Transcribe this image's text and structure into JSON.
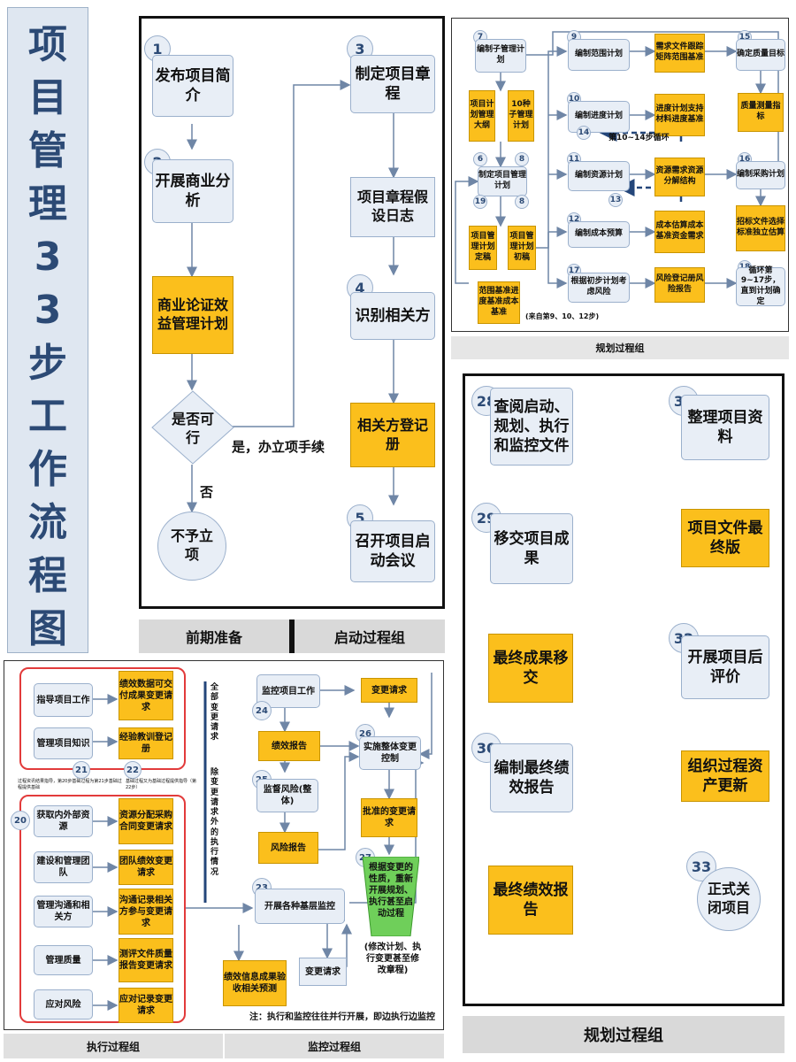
{
  "title_chars": [
    "项",
    "目",
    "管",
    "理",
    "3",
    "3",
    "步",
    "工",
    "作",
    "流",
    "程",
    "图"
  ],
  "prep": {
    "n1": "1",
    "s1": "发布项目简介",
    "n2": "2",
    "s2": "开展商业分析",
    "doc_bc": "商业论证效益管理计划",
    "decision": "是否可行",
    "yes": "是，办立项手续",
    "no": "否",
    "reject": "不予立项",
    "n3": "3",
    "s3": "制定项目章程",
    "doc_charter": "项目章程假设日志",
    "n4": "4",
    "s4": "识别相关方",
    "doc_reg": "相关方登记册",
    "n5": "5",
    "s5": "召开项目启动会议",
    "bar_left": "前期准备",
    "bar_right": "启动过程组"
  },
  "plan": {
    "n7": "7",
    "s7": "编制子管理计划",
    "d_pm": "项目计划管理大纲",
    "d_10": "10种子管理计划",
    "n6": "6",
    "n8": "8",
    "s6": "制定项目管理计划",
    "n19": "19",
    "n8b": "8",
    "d_final": "项目管理计划定稿",
    "d_draft": "项目管理计划初稿",
    "d_base": "范围基准进度基准成本基准",
    "from_note": "(来自第9、10、12步)",
    "n9": "9",
    "s9": "编制范围计划",
    "d9": "需求文件跟踪矩阵范围基准",
    "n10": "10",
    "s10": "编制进度计划",
    "d10": "进度计划支持材料进度基准",
    "n14": "14",
    "loop14": "第10~14步循环",
    "n11": "11",
    "s11": "编制资源计划",
    "d11": "资源需求资源分解结构",
    "n13": "13",
    "n12": "12",
    "s12": "编制成本预算",
    "d12": "成本估算成本基准资金需求",
    "n17": "17",
    "s17": "根据初步计划考虑风险",
    "d17": "风险登记册风险报告",
    "n15": "15",
    "s15": "确定质量目标",
    "d15": "质量测量指标",
    "n16": "16",
    "s16": "编制采购计划",
    "d16": "招标文件选择标准独立估算",
    "n18": "18",
    "s18": "循环第9~17步，直到计划确定",
    "bar": "规划过程组"
  },
  "close": {
    "n28": "28",
    "s28": "查阅启动、规划、执行和监控文件",
    "n29": "29",
    "s29": "移交项目成果",
    "d_final": "最终成果移交",
    "n30": "30",
    "s30": "编制最终绩效报告",
    "d_report": "最终绩效报告",
    "n31": "31",
    "s31": "整理项目资料",
    "d_docs": "项目文件最终版",
    "n32": "32",
    "s32": "开展项目后评价",
    "d_opa": "组织过程资产更新",
    "n33": "33",
    "s33": "正式关闭项目",
    "bar": "规划过程组"
  },
  "exec": {
    "e1": "指导项目工作",
    "d1": "绩效数据可交付成果变更请求",
    "e2": "管理项目知识",
    "d2": "经验教训登记册",
    "n21": "21",
    "n22": "22",
    "note21": "过程资讯结果指导，第20步基础过程为第21步基础过程提供基础",
    "note22": "基础过程又为基础过程提供指导（第22步）",
    "n20": "20",
    "e3": "获取内外部资源",
    "d3": "资源分配采购合同变更请求",
    "e4": "建设和管理团队",
    "d4": "团队绩效变更请求",
    "e5": "管理沟通和相关方",
    "d5": "沟通记录相关方参与变更请求",
    "e6": "管理质量",
    "d6": "测评文件质量报告变更请求",
    "e7": "应对风险",
    "d7": "应对记录变更请求",
    "vert1": "全部变更请求",
    "vert2": "除变更请求外的执行情况",
    "m1": "监控项目工作",
    "n24": "24",
    "md1": "绩效报告",
    "n25": "25",
    "m2": "监督风险(整体)",
    "md2": "风险报告",
    "n23": "23",
    "m3": "开展各种基层监控",
    "md3": "绩效信息成果验收相关预测",
    "md4": "变更请求",
    "md5": "变更请求",
    "n26": "26",
    "m4": "实施整体变更控制",
    "md6": "批准的变更请求",
    "n27": "27",
    "green": "根据变更的性质，重新开展规划、执行甚至启动过程",
    "paren": "(修改计划、执行变更甚至修改章程)",
    "note": "注：执行和监控往往并行开展，即边执行边监控",
    "bar_left": "执行过程组",
    "bar_right": "监控过程组"
  }
}
